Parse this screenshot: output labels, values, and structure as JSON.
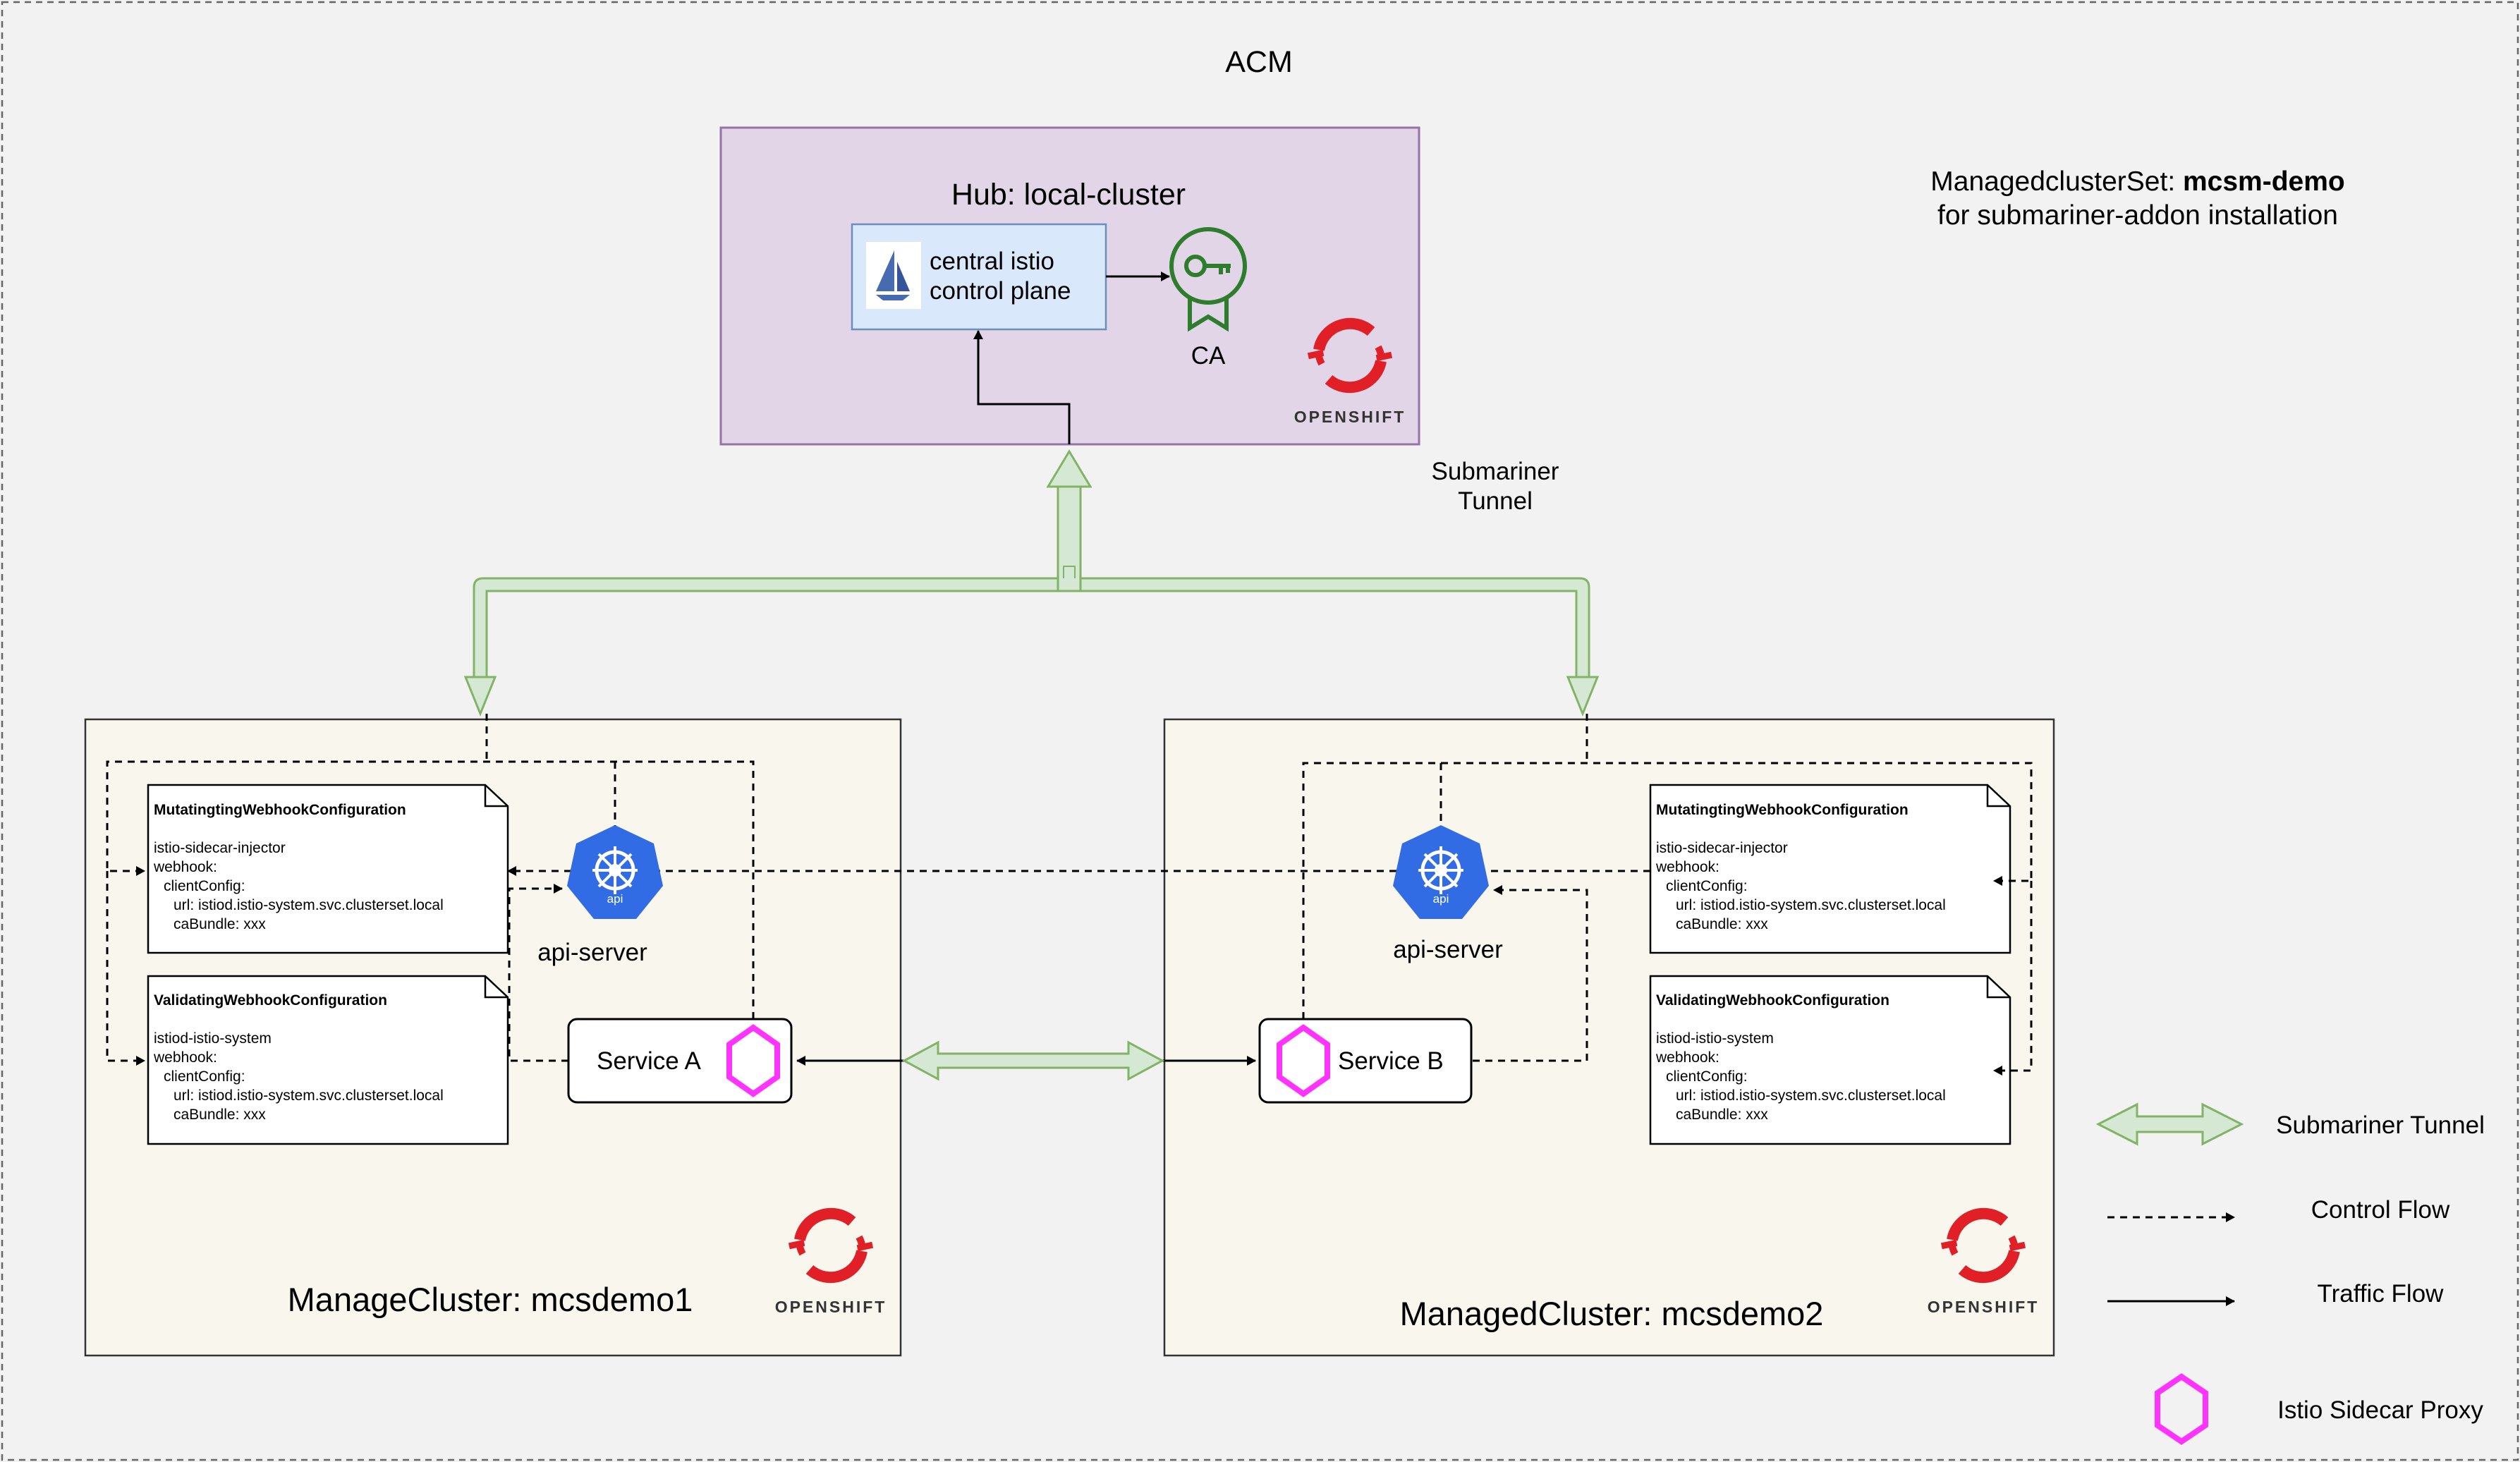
{
  "title": "ACM",
  "hub": {
    "title": "Hub: local-cluster",
    "control_plane": [
      "central istio",
      "control plane"
    ],
    "ca_label": "CA",
    "openshift_label": "OPENSHIFT"
  },
  "clusterset": {
    "prefix": "ManagedclusterSet: ",
    "name": "mcsm-demo",
    "subtitle": "for submariner-addon installation"
  },
  "tunnel_label": [
    "Submariner",
    "Tunnel"
  ],
  "cluster1": {
    "title": "ManageCluster: mcsdemo1",
    "api_server": "api-server",
    "api_badge": "api",
    "service": "Service A",
    "openshift_label": "OPENSHIFT"
  },
  "cluster2": {
    "title": "ManagedCluster: mcsdemo2",
    "api_server": "api-server",
    "api_badge": "api",
    "service": "Service B",
    "openshift_label": "OPENSHIFT"
  },
  "mutating": {
    "title": "MutatingtingWebhookConfiguration",
    "lines": [
      "istio-sidecar-injector",
      "webhook:",
      "clientConfig:",
      "url: istiod.istio-system.svc.clusterset.local",
      "caBundle: xxx"
    ]
  },
  "validating": {
    "title": "ValidatingWebhookConfiguration",
    "lines": [
      "istiod-istio-system",
      "webhook:",
      "clientConfig:",
      "url: istiod.istio-system.svc.clusterset.local",
      "caBundle: xxx"
    ]
  },
  "legend": {
    "tunnel": "Submariner Tunnel",
    "control": "Control Flow",
    "traffic": "Traffic Flow",
    "proxy": "Istio Sidecar Proxy"
  },
  "colors": {
    "background": "#f2f2f2",
    "hub_fill": "#e1d5e7",
    "hub_stroke": "#9673a6",
    "cluster_fill": "#f9f7ed",
    "control_plane_fill": "#dae8fc",
    "control_plane_stroke": "#6c8ebf",
    "tunnel_fill": "#d5e8d4",
    "tunnel_stroke": "#82b366",
    "openshift_red": "#e01f26",
    "sidecar_magenta": "#ff33ff",
    "k8s_blue": "#326ce5",
    "ca_green": "#2d7d2d"
  },
  "icons": [
    "istio-sail-icon",
    "ca-certificate-icon",
    "openshift-logo-icon",
    "kubernetes-api-icon",
    "sidecar-hexagon-icon"
  ]
}
